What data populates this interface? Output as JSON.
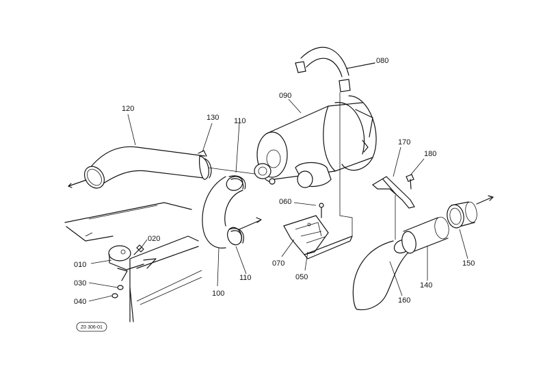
{
  "diagram": {
    "labels": {
      "p010": "010",
      "p020": "020",
      "p030": "030",
      "p040": "040",
      "p050": "050",
      "p060": "060",
      "p070": "070",
      "p080": "080",
      "p090": "090",
      "p100": "100",
      "p110a": "110",
      "p110b": "110",
      "p120": "120",
      "p130": "130",
      "p140": "140",
      "p150": "150",
      "p160": "160",
      "p170": "170",
      "p180": "180"
    },
    "drawing_code": "Z0 306-01"
  }
}
